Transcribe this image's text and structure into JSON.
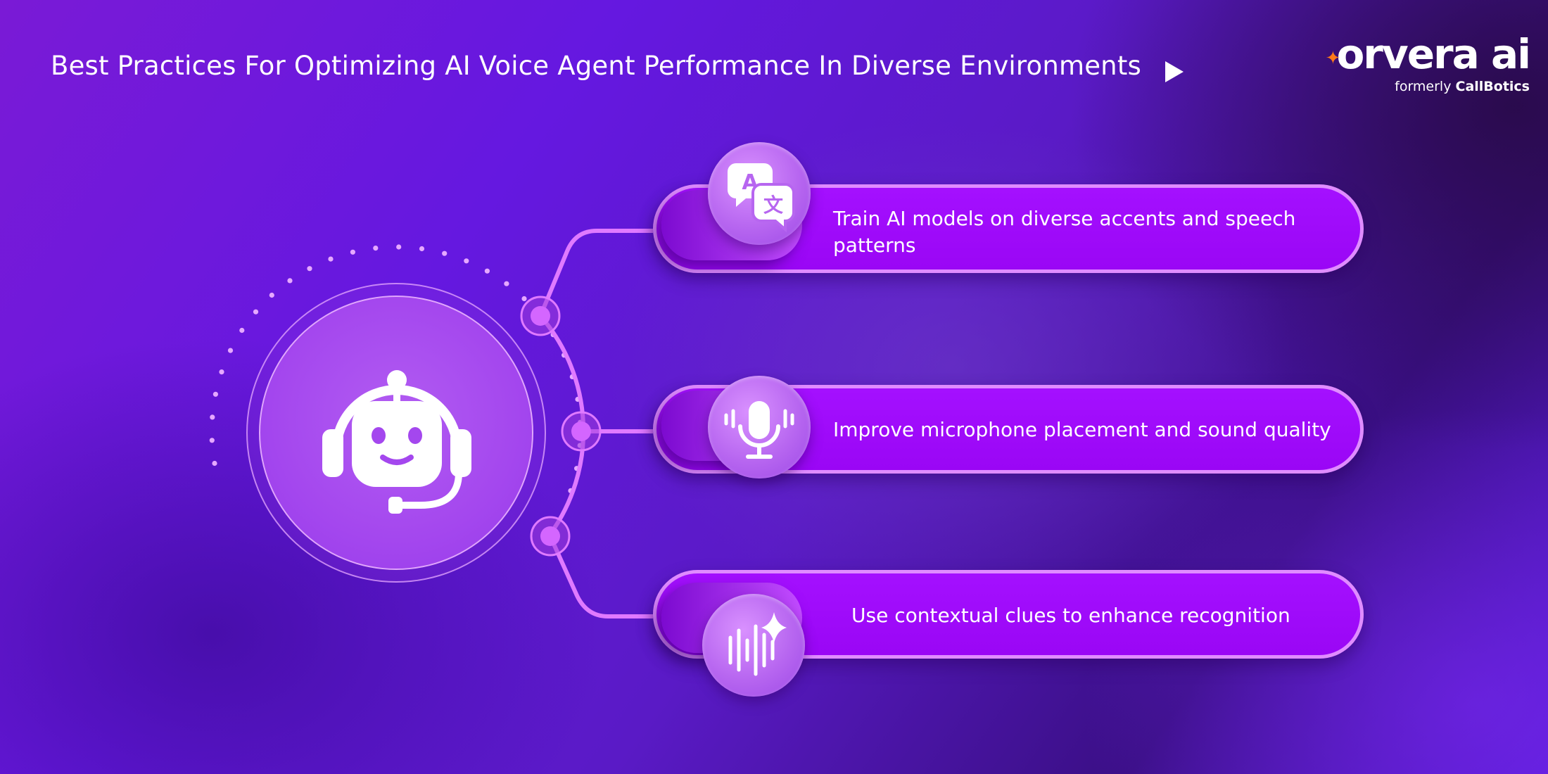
{
  "header": {
    "title": "Best Practices For Optimizing AI Voice Agent Performance In Diverse Environments",
    "play_icon": "play-triangle-icon"
  },
  "logo": {
    "brand": "orvera ai",
    "sub_prefix": "formerly",
    "sub_brand": "CallBotics",
    "accent_color": "#ff7a1a"
  },
  "hub": {
    "icon": "robot-headset-icon"
  },
  "items": [
    {
      "text": "Train AI models on diverse accents and speech patterns",
      "icon": "translate-chat-icon"
    },
    {
      "text": "Improve microphone placement and sound quality",
      "icon": "microphone-icon"
    },
    {
      "text": "Use contextual clues to enhance recognition",
      "icon": "ai-voice-wave-icon"
    }
  ],
  "colors": {
    "pill_fill": "#a410ff",
    "pill_border": "#e08cff",
    "connector": "#e07aff"
  }
}
